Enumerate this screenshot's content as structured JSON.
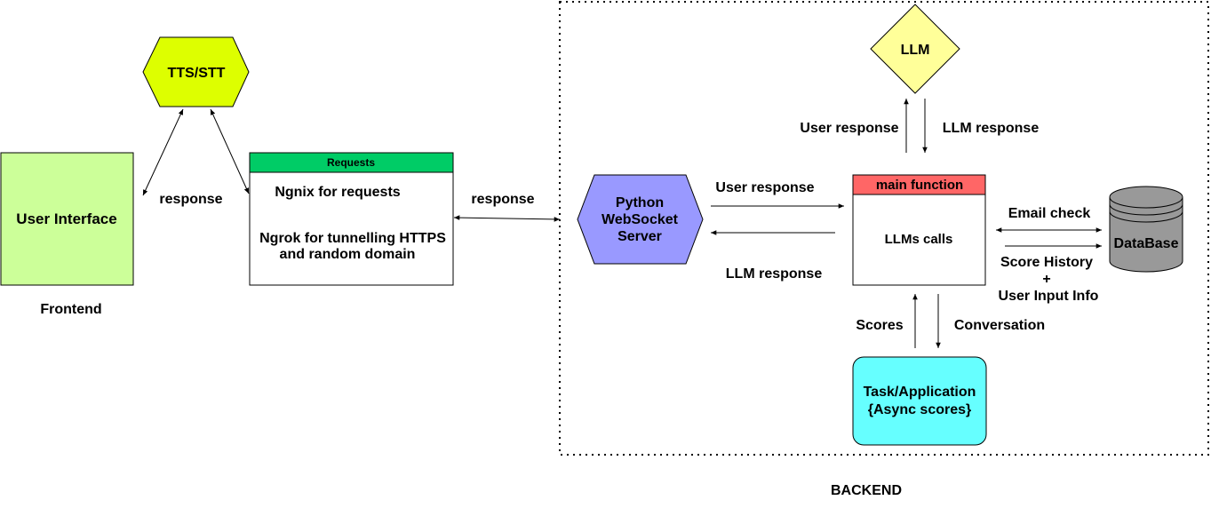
{
  "nodes": {
    "tts_stt": "TTS/STT",
    "user_interface": "User Interface",
    "frontend_label": "Frontend",
    "requests_header": "Requests",
    "requests_line1": "Ngnix for requests",
    "requests_line2": "Ngrok for tunnelling HTTPS",
    "requests_line3": "and  random domain",
    "python_line1": "Python",
    "python_line2": "WebSocket",
    "python_line3": "Server",
    "llm": "LLM",
    "main_function_header": "main function",
    "main_function_body": "LLMs calls",
    "database": "DataBase",
    "task_line1": "Task/Application",
    "task_line2": "{Async scores}",
    "backend_label": "BACKEND"
  },
  "edge_labels": {
    "ui_tts_response": "response",
    "requests_backend_response": "response",
    "user_response_top": "User response",
    "llm_response_top": "LLM response",
    "user_response_mid": "User response",
    "llm_response_mid": "LLM response",
    "email_check": "Email check",
    "score_history_1": "Score History",
    "score_history_2": "+",
    "score_history_3": "User Input Info",
    "scores": "Scores",
    "conversation": "Conversation"
  },
  "colors": {
    "tts_fill": "#ddff00",
    "ui_fill": "#ccff99",
    "requests_header_fill": "#00cc66",
    "python_fill": "#9999ff",
    "llm_fill": "#ffff99",
    "main_header_fill": "#ff6666",
    "database_fill": "#999999",
    "task_fill": "#66ffff"
  }
}
